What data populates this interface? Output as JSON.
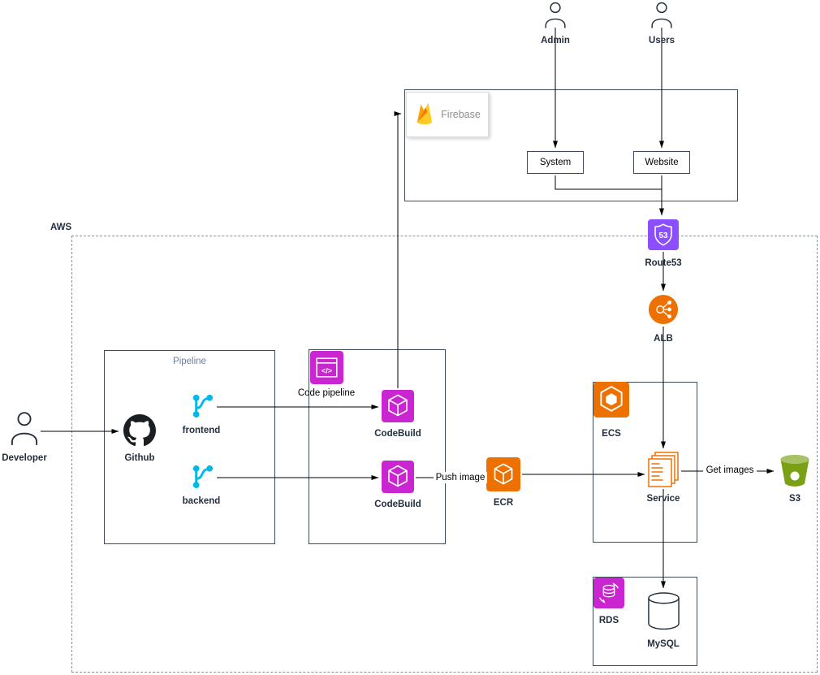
{
  "diagram": {
    "aws": {
      "label": "AWS"
    },
    "actors": {
      "admin": {
        "label": "Admin"
      },
      "users": {
        "label": "Users"
      },
      "developer": {
        "label": "Developer"
      }
    },
    "firebase": {
      "label": "Firebase"
    },
    "groups": {
      "pipeline": {
        "label": "Pipeline"
      }
    },
    "boxes": {
      "system": {
        "label": "System"
      },
      "website": {
        "label": "Website"
      }
    },
    "nodes": {
      "github": {
        "label": "Github"
      },
      "frontend": {
        "label": "frontend"
      },
      "backend": {
        "label": "backend"
      },
      "codepipeline": {
        "label": "Code pipeline",
        "glyph": "</>"
      },
      "codebuild_frontend": {
        "label": "CodeBuild"
      },
      "codebuild_backend": {
        "label": "CodeBuild"
      },
      "ecr": {
        "label": "ECR"
      },
      "route53": {
        "label": "Route53",
        "badge": "53"
      },
      "alb": {
        "label": "ALB"
      },
      "ecs": {
        "label": "ECS"
      },
      "service": {
        "label": "Service"
      },
      "s3": {
        "label": "S3"
      },
      "rds": {
        "label": "RDS"
      },
      "mysql": {
        "label": "MySQL"
      }
    },
    "edge_labels": {
      "push_image": "Push image",
      "get_images": "Get images"
    },
    "colors": {
      "orange": "#ED7100",
      "purple": "#8C4FFF",
      "magenta": "#C925D1",
      "green": "#7AA116",
      "cyan": "#00B9E8",
      "firebase_yellow": "#FFCA28",
      "firebase_orange": "#FFA000",
      "text": "#232F3E",
      "box_border": "#3c4a59",
      "box_label_blue": "#6b7f99",
      "firebase_text": "#8f8f8f"
    }
  }
}
